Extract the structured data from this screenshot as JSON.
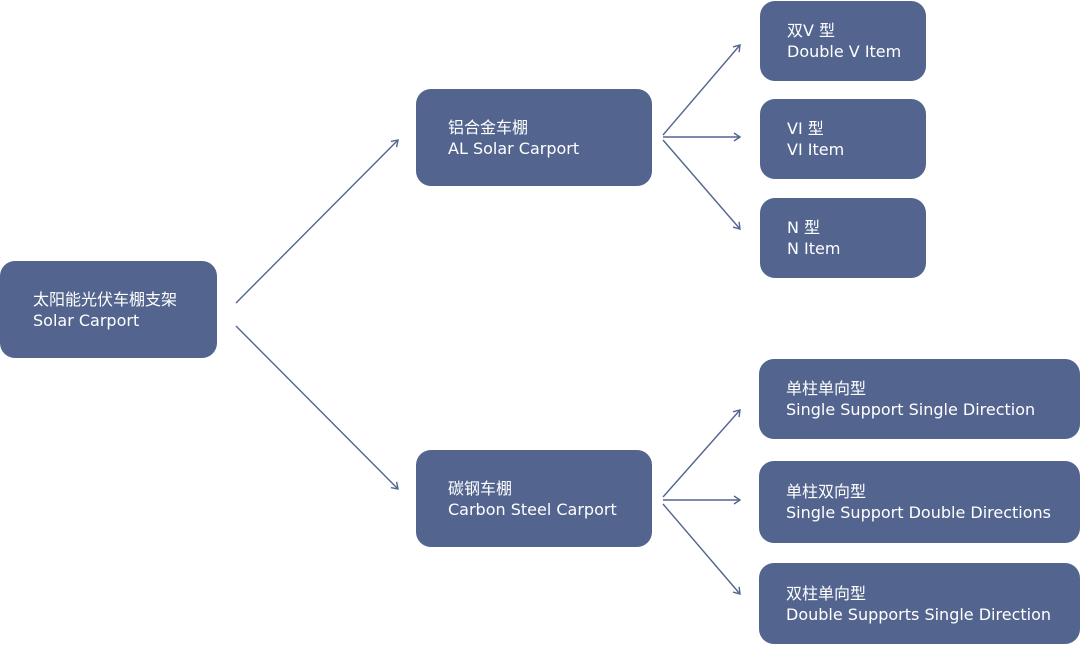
{
  "colors": {
    "node_fill": "#53658f",
    "node_text": "#ffffff",
    "connector": "#53658f",
    "background": "#ffffff"
  },
  "root": {
    "zh": "太阳能光伏车棚支架",
    "en": "Solar Carport"
  },
  "branches": [
    {
      "zh": "铝合金车棚",
      "en": "AL Solar Carport",
      "children": [
        {
          "zh": "双V 型",
          "en": "Double V Item"
        },
        {
          "zh": "VI 型",
          "en": "VI Item"
        },
        {
          "zh": "N 型",
          "en": "N Item"
        }
      ]
    },
    {
      "zh": "碳钢车棚",
      "en": "Carbon Steel Carport",
      "children": [
        {
          "zh": "单柱单向型",
          "en": "Single Support Single Direction"
        },
        {
          "zh": "单柱双向型",
          "en": "Single Support Double Directions"
        },
        {
          "zh": "双柱单向型",
          "en": "Double Supports Single Direction"
        }
      ]
    }
  ]
}
